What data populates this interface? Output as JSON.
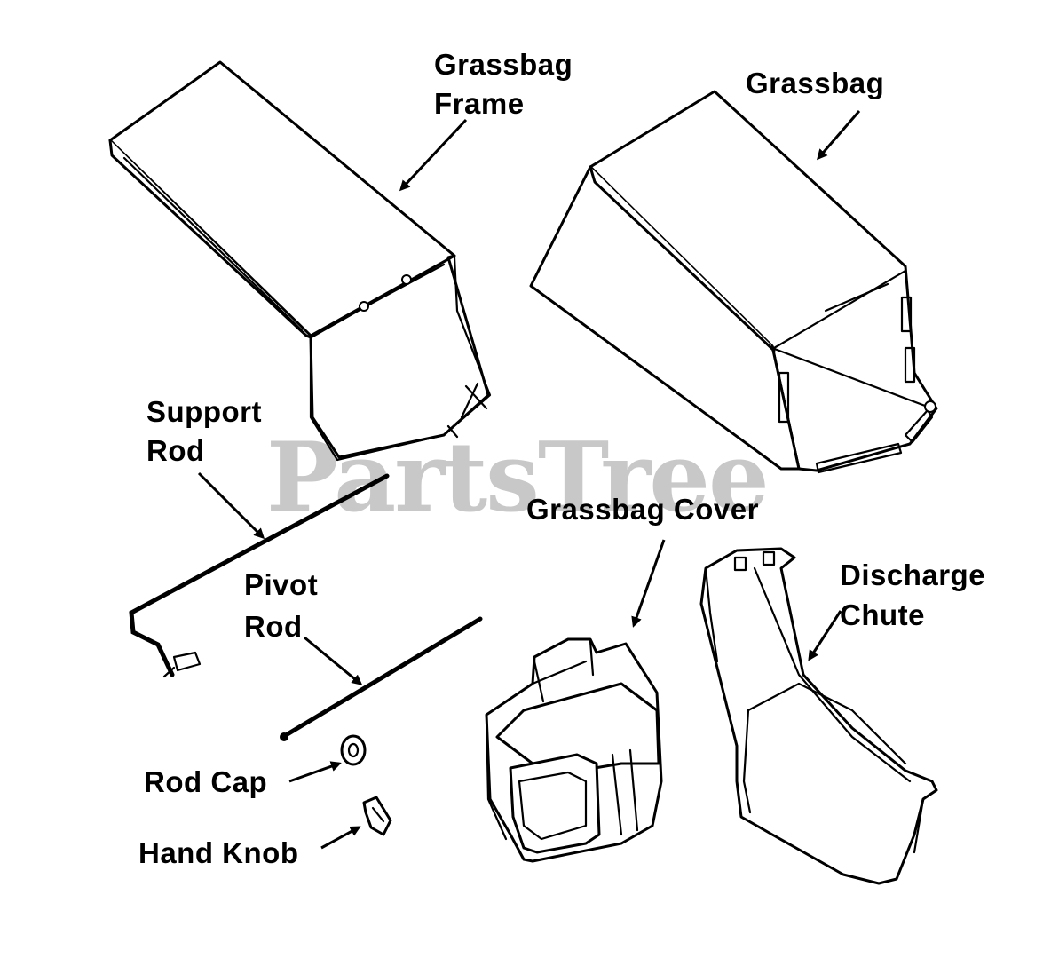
{
  "labels": {
    "grassbag_frame_line1": "Grassbag",
    "grassbag_frame_line2": "Frame",
    "grassbag": "Grassbag",
    "support_rod_line1": "Support",
    "support_rod_line2": "Rod",
    "pivot_rod_line1": "Pivot",
    "pivot_rod_line2": "Rod",
    "grassbag_cover": "Grassbag Cover",
    "discharge_chute_line1": "Discharge",
    "discharge_chute_line2": "Chute",
    "rod_cap": "Rod Cap",
    "hand_knob": "Hand Knob"
  },
  "watermark": {
    "text": "PartsTree",
    "mark": "™"
  }
}
